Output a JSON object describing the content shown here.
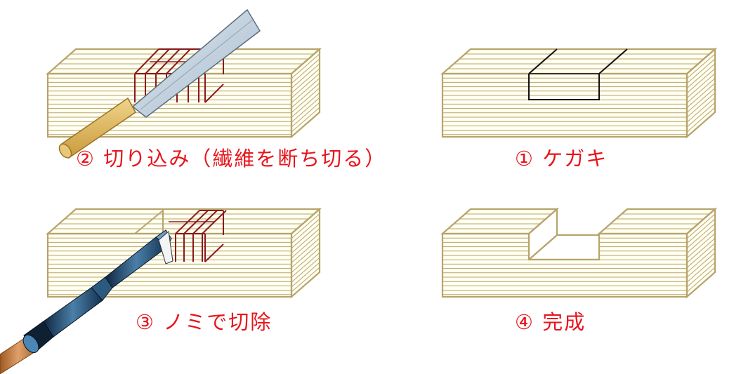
{
  "colors": {
    "wood_line": "#b8a36a",
    "wood_fill": "#fffff2",
    "kerf": "#8b1a1a",
    "caption": "#e8141c",
    "saw_blade": "#b8c8d8",
    "saw_handle": "#d8b060",
    "chisel_blade": "#1f3c5a",
    "chisel_handle": "#c87a3e"
  },
  "steps": [
    {
      "id": "step-2",
      "label": "② 切り込み（繊維を断ち切る）",
      "tool": "saw-icon"
    },
    {
      "id": "step-1",
      "label": "① ケガキ",
      "tool": ""
    },
    {
      "id": "step-3",
      "label": "③ ノミで切除",
      "tool": "chisel-icon"
    },
    {
      "id": "step-4",
      "label": "④ 完成",
      "tool": ""
    }
  ]
}
